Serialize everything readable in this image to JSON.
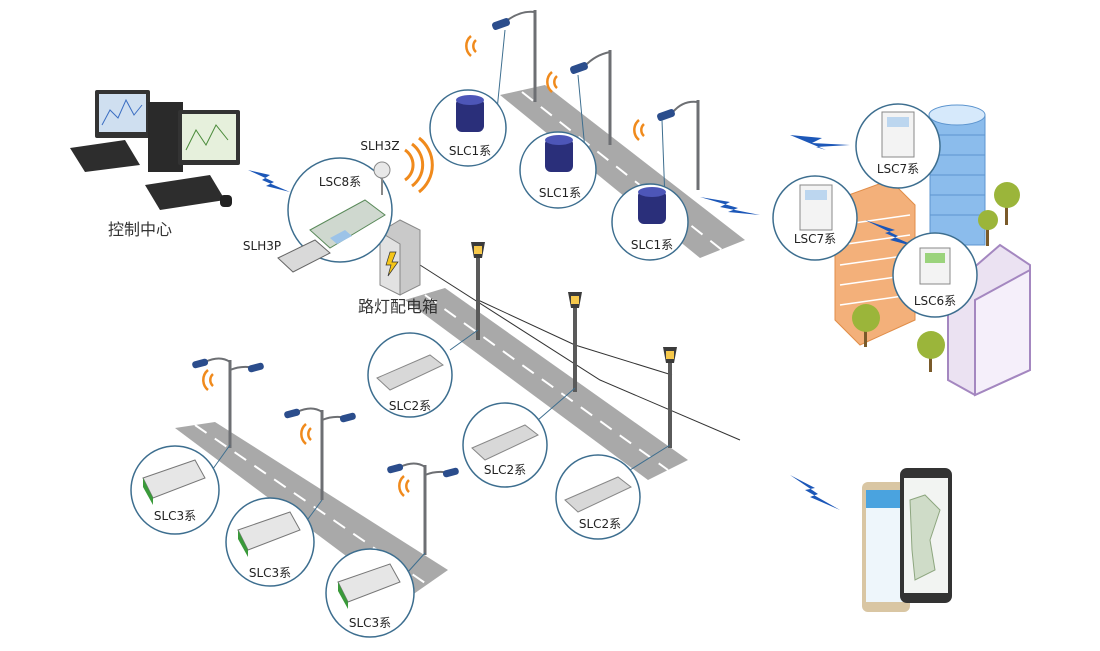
{
  "labels": {
    "control_center": "控制中心",
    "cabinet": "路灯配电箱",
    "slh3z": "SLH3Z",
    "slh3p": "SLH3P",
    "lsc8": "LSC8系",
    "slc1_a": "SLC1系",
    "slc1_b": "SLC1系",
    "slc1_c": "SLC1系",
    "slc2_a": "SLC2系",
    "slc2_b": "SLC2系",
    "slc2_c": "SLC2系",
    "slc3_a": "SLC3系",
    "slc3_b": "SLC3系",
    "slc3_c": "SLC3系",
    "lsc7_a": "LSC7系",
    "lsc7_b": "LSC7系",
    "lsc6": "LSC6系"
  },
  "colors": {
    "road": "#a9a9a9",
    "road_edge": "#8c8c8c",
    "circle_border": "#3d6e8f",
    "wireless_orange": "#f08a1c",
    "bolt_blue": "#1c57b8",
    "lamp_pole": "#6d6f73",
    "lamp_head": "#2b4d8c",
    "building_orange": "#f3b07a",
    "building_blue": "#7fb3e6",
    "building_purple": "#e7dcef",
    "tree_green": "#9bb53a"
  }
}
